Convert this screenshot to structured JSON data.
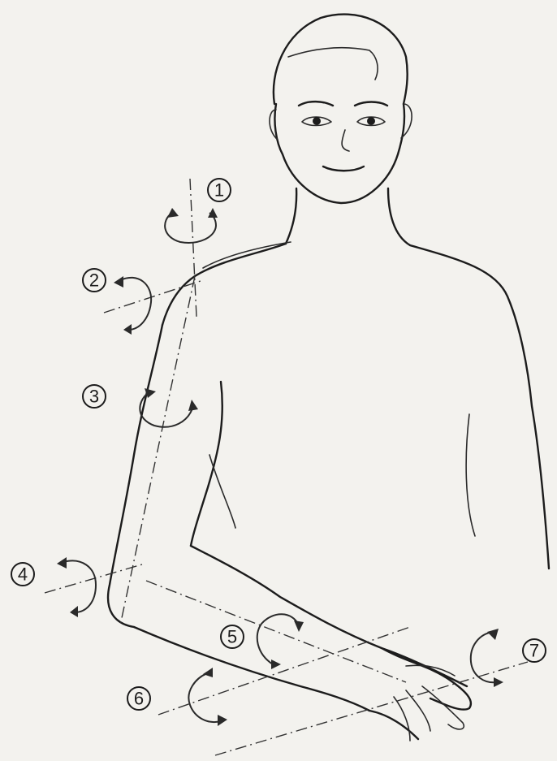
{
  "motion_labels": [
    "1",
    "2",
    "3",
    "4",
    "5",
    "6",
    "7"
  ]
}
